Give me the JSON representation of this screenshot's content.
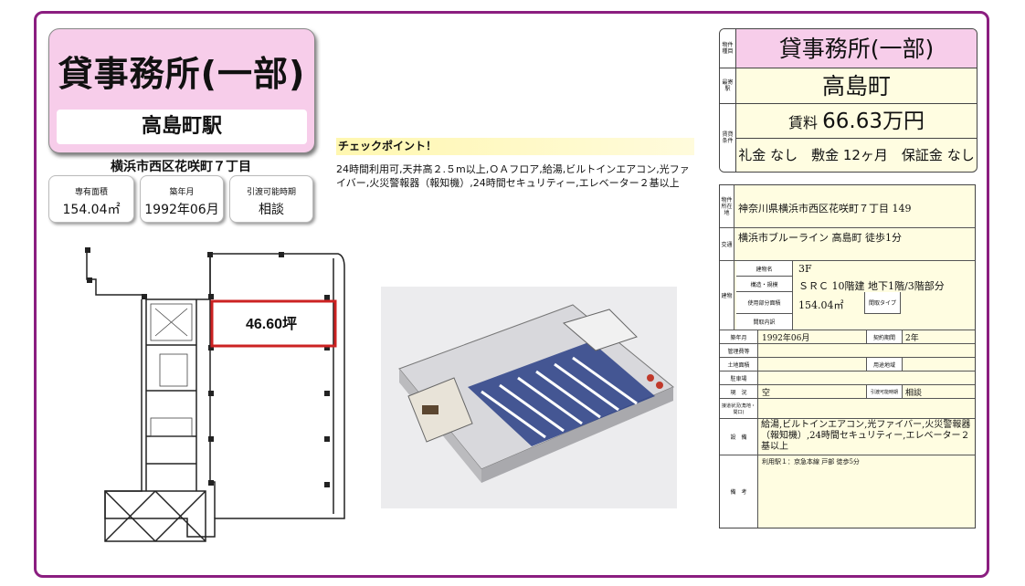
{
  "listing": {
    "title": "貸事務所(一部)",
    "station": "高島町駅",
    "address": "横浜市西区花咲町７丁目",
    "area_label": "専有面積",
    "area_value": "154.04㎡",
    "built_label": "築年月",
    "built_value": "1992年06月",
    "handover_label": "引渡可能時期",
    "handover_value": "相談"
  },
  "floorplan": {
    "area_tag": "46.60坪"
  },
  "checkpoint": {
    "title": "チェックポイント！",
    "text": "24時間利用可,天井高２.５m以上,ＯＡフロア,給湯,ビルトインエアコン,光ファイバー,火災警報器（報知機）,24時間セキュリティー,エレベーター２基以上"
  },
  "summary": {
    "type_label": "物件種目",
    "type_value": "貸事務所(一部)",
    "station_label": "最寄駅",
    "station_value": "高島町",
    "terms_label": "賃貸条件",
    "rent_prefix": "賃料",
    "rent_value": "66.63万円",
    "deposits": "礼金 なし　敷金 12ヶ月　保証金 なし"
  },
  "details": {
    "location_label": "物件所在地",
    "location_value": "神奈川県横浜市西区花咲町７丁目 149",
    "transport_label": "交通",
    "transport_value": "横浜市ブルーライン 高島町 徒歩1分",
    "building_label": "建物",
    "building_name_label": "建物名",
    "building_name_value": "3F",
    "structure_label": "構造・規模",
    "structure_value": "ＳＲＣ 10階建 地下1階/3階部分",
    "usage_area_label": "使用部分面積",
    "usage_area_value": "154.04㎡",
    "layout_type_label": "間取タイプ",
    "layout_detail_label": "間取内訳",
    "built_label": "築年月",
    "built_value": "1992年06月",
    "contract_label": "契約期間",
    "contract_value": "2年",
    "mgmt_label": "管理費等",
    "land_label": "土地面積",
    "zoning_label": "用途地域",
    "parking_label": "駐車場",
    "status_label": "現　況",
    "status_value": "空",
    "handover_label": "引渡可能時期",
    "handover_value": "相談",
    "road_label": "接道状況(角地・間口)",
    "equipment_label": "設　備",
    "equipment_value": "給湯,ビルトインエアコン,光ファイバー,火災警報器（報知機）,24時間セキュリティー,エレベーター２基以上",
    "remarks_label": "備　考",
    "remarks_value": "利用駅１：京急本線 戸部 徒歩5分"
  },
  "colors": {
    "frame": "#8b1e80",
    "pink": "#f7cdea",
    "cream": "#fffde1",
    "highlight": "#cc2222"
  }
}
